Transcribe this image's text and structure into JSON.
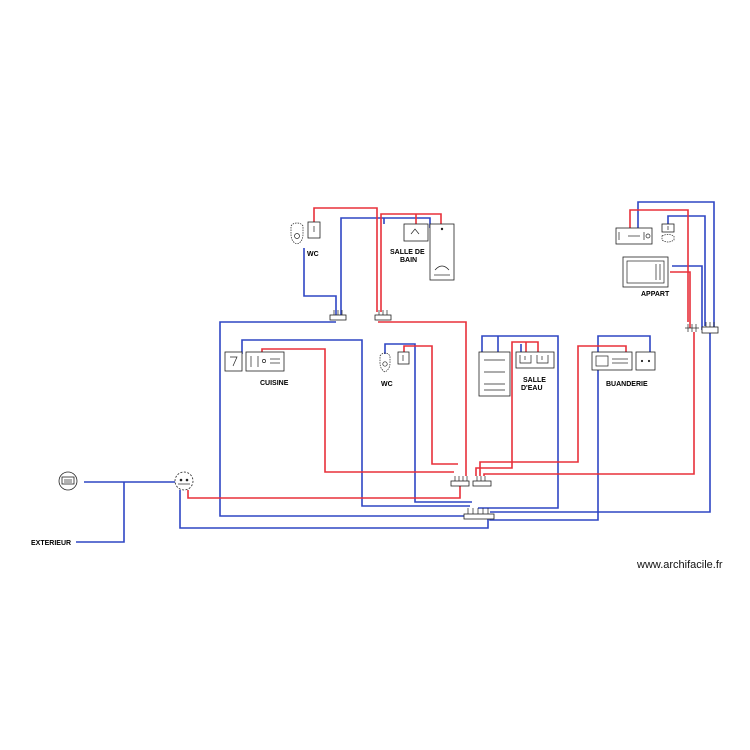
{
  "colors": {
    "hot_water": "#e8303a",
    "cold_water": "#2f46c4",
    "fixture_stroke": "#222222",
    "background": "#ffffff"
  },
  "labels": {
    "wc_top": "WC",
    "salle_de_bain_line1": "SALLE DE",
    "salle_de_bain_line2": "BAIN",
    "appart": "APPART",
    "cuisine": "CUISINE",
    "wc_mid": "WC",
    "salle_deau_line1": "SALLE",
    "salle_deau_line2": "D'EAU",
    "buanderie": "BUANDERIE",
    "exterieur": "EXTERIEUR"
  },
  "watermark": "www.archifacile.fr"
}
